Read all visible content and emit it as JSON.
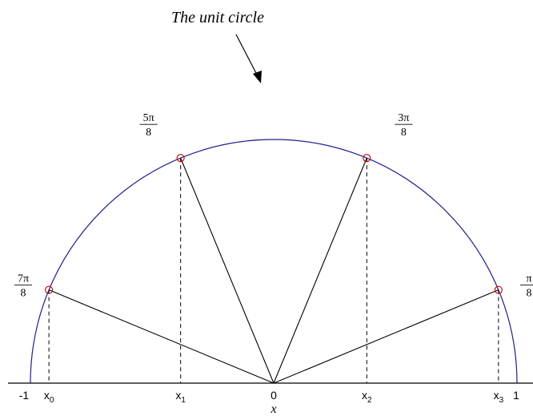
{
  "title": "The unit circle",
  "xlabel": "x",
  "axis_ticks": {
    "left": "-1",
    "center": "0",
    "right": "1"
  },
  "colors": {
    "circle": "#1f1f8f",
    "nodes": "#cc0000",
    "lines": "#000000"
  },
  "nodes": [
    {
      "x_label": "x",
      "x_sub": "0",
      "angle_num": "7π",
      "angle_den": "8",
      "angle_frac": 0.875
    },
    {
      "x_label": "x",
      "x_sub": "1",
      "angle_num": "5π",
      "angle_den": "8",
      "angle_frac": 0.625
    },
    {
      "x_label": "x",
      "x_sub": "2",
      "angle_num": "3π",
      "angle_den": "8",
      "angle_frac": 0.375
    },
    {
      "x_label": "x",
      "x_sub": "3",
      "angle_num": "π",
      "angle_den": "8",
      "angle_frac": 0.125
    }
  ]
}
